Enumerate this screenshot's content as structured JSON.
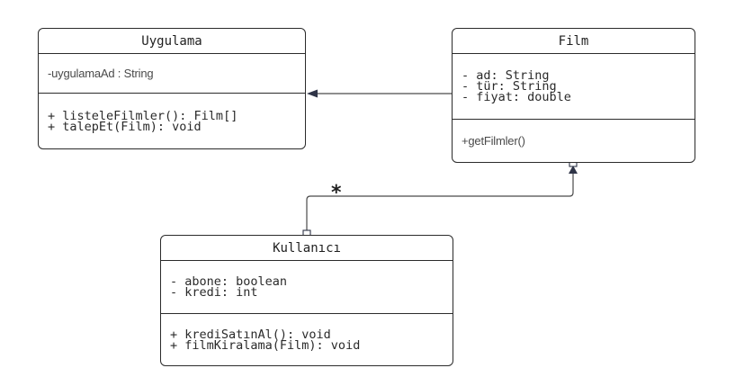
{
  "classes": {
    "uygulama": {
      "name": "Uygulama",
      "attributes": [
        "-uygulamaAd : String"
      ],
      "methods": [
        "+ listeleFilmler(): Film[]",
        "+ talepEt(Film): void"
      ]
    },
    "film": {
      "name": "Film",
      "attributes": [
        "- ad: String",
        "- tür: String",
        "- fiyat: double"
      ],
      "methods": [
        "+getFilmler()"
      ]
    },
    "kullanici": {
      "name": "Kullanıcı",
      "attributes": [
        "- abone: boolean",
        "- kredi: int"
      ],
      "methods": [
        "+ krediSatınAl(): void",
        "+ filmKiralama(Film): void"
      ]
    }
  },
  "relations": {
    "kullanici_film_multiplicity": "*"
  },
  "colors": {
    "line": "#4a4a4a",
    "border": "#2b2b2b",
    "arrowhead": "#2f3447"
  }
}
